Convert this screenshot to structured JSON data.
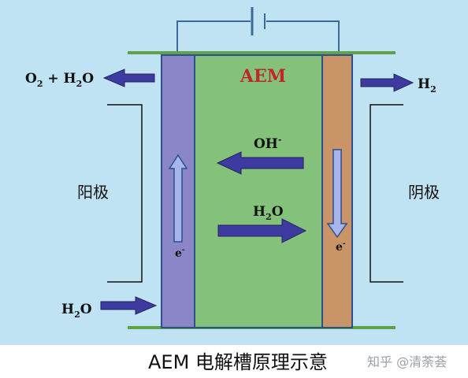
{
  "labels": {
    "membrane": "AEM",
    "anode_product_o2": "O",
    "anode_product_o2_sub": "2",
    "anode_product_plus_h": " + H",
    "anode_product_h2o_sub": "2",
    "anode_product_o": "O",
    "cathode_product_h": "H",
    "cathode_product_sub": "2",
    "oh_ion": "OH",
    "oh_sup": "-",
    "water_mid_h": "H",
    "water_mid_sub": "2",
    "water_mid_o": "O",
    "water_in_h": "H",
    "water_in_sub": "2",
    "water_in_o": "O",
    "anode": "阳极",
    "cathode": "阴极",
    "electron_left": "e",
    "electron_left_sup": "-",
    "electron_right": "e",
    "electron_right_sup": "-",
    "caption": "AEM 电解槽原理示意",
    "watermark": "知乎 @清荼荟"
  },
  "colors": {
    "background": "#bfe3f3",
    "membrane": "#84c27c",
    "anode_plate": "#8a86c8",
    "cathode_plate": "#c99467",
    "arrow_fill": "#3d3aa0",
    "aem_label": "#c0272d",
    "wire": "#3a6a9a",
    "rail": "#5ea34a"
  }
}
